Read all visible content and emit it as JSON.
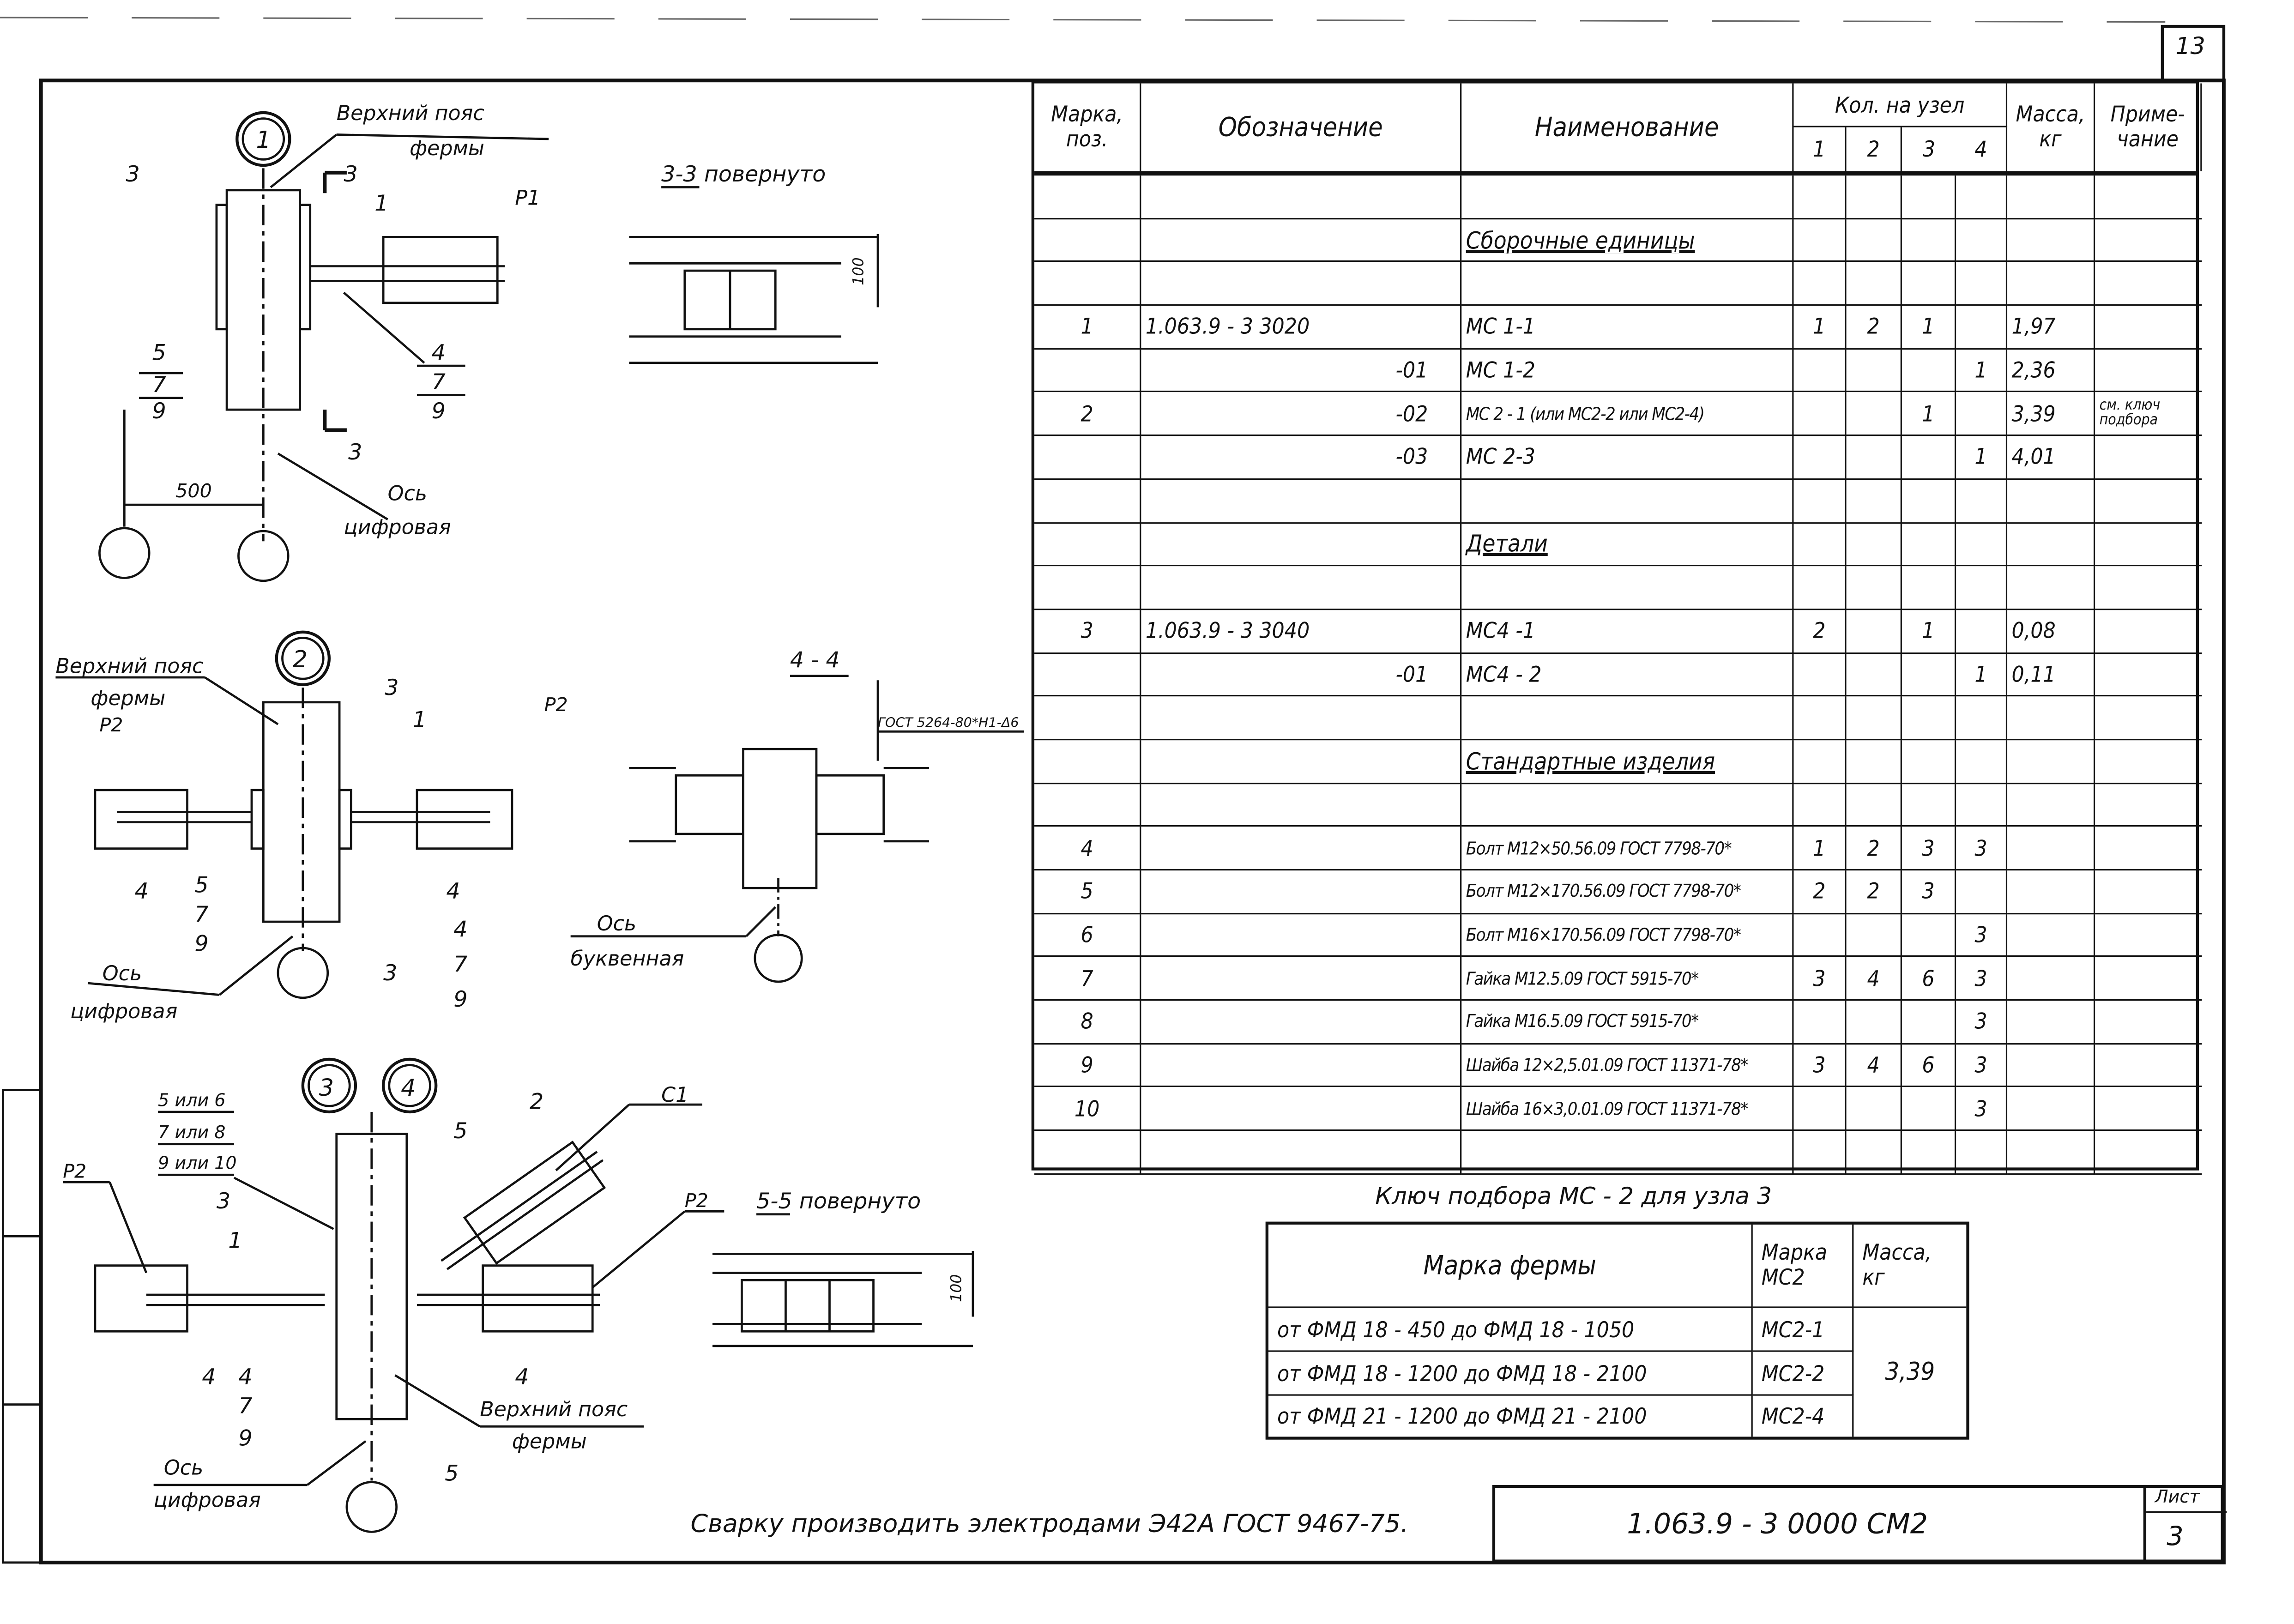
{
  "sheet_number_top": "13",
  "spec_table": {
    "headers": {
      "mark": "Марка, поз.",
      "designation": "Обозначение",
      "name": "Наименование",
      "qty_group": "Кол. на узел",
      "qty_cols": [
        "1",
        "2",
        "3",
        "4"
      ],
      "mass": "Масса, кг",
      "note": "Приме- чание"
    },
    "rows": [
      {
        "mark": "",
        "designation": "",
        "name": "",
        "q": [
          "",
          "",
          "",
          ""
        ],
        "mass": "",
        "note": ""
      },
      {
        "mark": "",
        "designation": "",
        "name": "Сборочные единицы",
        "section": true,
        "q": [
          "",
          "",
          "",
          ""
        ],
        "mass": "",
        "note": ""
      },
      {
        "mark": "",
        "designation": "",
        "name": "",
        "q": [
          "",
          "",
          "",
          ""
        ],
        "mass": "",
        "note": ""
      },
      {
        "mark": "1",
        "designation": "1.063.9 - 3 3020",
        "name": "МС 1-1",
        "q": [
          "1",
          "2",
          "1",
          ""
        ],
        "mass": "1,97",
        "note": ""
      },
      {
        "mark": "",
        "designation": "-01",
        "name": "МС 1-2",
        "q": [
          "",
          "",
          "",
          "1"
        ],
        "mass": "2,36",
        "note": ""
      },
      {
        "mark": "2",
        "designation": "-02",
        "name": "МС 2 - 1 (или МС2-2 или МС2-4)",
        "q": [
          "",
          "",
          "1",
          ""
        ],
        "mass": "3,39",
        "note": "см. ключ подбора"
      },
      {
        "mark": "",
        "designation": "-03",
        "name": "МС 2-3",
        "q": [
          "",
          "",
          "",
          "1"
        ],
        "mass": "4,01",
        "note": ""
      },
      {
        "mark": "",
        "designation": "",
        "name": "",
        "q": [
          "",
          "",
          "",
          ""
        ],
        "mass": "",
        "note": ""
      },
      {
        "mark": "",
        "designation": "",
        "name": "Детали",
        "section": true,
        "q": [
          "",
          "",
          "",
          ""
        ],
        "mass": "",
        "note": ""
      },
      {
        "mark": "",
        "designation": "",
        "name": "",
        "q": [
          "",
          "",
          "",
          ""
        ],
        "mass": "",
        "note": ""
      },
      {
        "mark": "3",
        "designation": "1.063.9 - 3   3040",
        "name": "МС4 -1",
        "q": [
          "2",
          "",
          "1",
          ""
        ],
        "mass": "0,08",
        "note": ""
      },
      {
        "mark": "",
        "designation": "-01",
        "name": "МС4 - 2",
        "q": [
          "",
          "",
          "",
          "1"
        ],
        "mass": "0,11",
        "note": ""
      },
      {
        "mark": "",
        "designation": "",
        "name": "",
        "q": [
          "",
          "",
          "",
          ""
        ],
        "mass": "",
        "note": ""
      },
      {
        "mark": "",
        "designation": "",
        "name": "Стандартные изделия",
        "section": true,
        "q": [
          "",
          "",
          "",
          ""
        ],
        "mass": "",
        "note": ""
      },
      {
        "mark": "",
        "designation": "",
        "name": "",
        "q": [
          "",
          "",
          "",
          ""
        ],
        "mass": "",
        "note": ""
      },
      {
        "mark": "4",
        "designation": "",
        "name": "Болт М12×50.56.09 ГОСТ 7798-70*",
        "q": [
          "1",
          "2",
          "3",
          "3"
        ],
        "mass": "",
        "note": ""
      },
      {
        "mark": "5",
        "designation": "",
        "name": "Болт М12×170.56.09 ГОСТ 7798-70*",
        "q": [
          "2",
          "2",
          "3",
          ""
        ],
        "mass": "",
        "note": ""
      },
      {
        "mark": "6",
        "designation": "",
        "name": "Болт М16×170.56.09 ГОСТ 7798-70*",
        "q": [
          "",
          "",
          "",
          "3"
        ],
        "mass": "",
        "note": ""
      },
      {
        "mark": "7",
        "designation": "",
        "name": "Гайка М12.5.09 ГОСТ 5915-70*",
        "q": [
          "3",
          "4",
          "6",
          "3"
        ],
        "mass": "",
        "note": ""
      },
      {
        "mark": "8",
        "designation": "",
        "name": "Гайка М16.5.09 ГОСТ 5915-70*",
        "q": [
          "",
          "",
          "",
          "3"
        ],
        "mass": "",
        "note": ""
      },
      {
        "mark": "9",
        "designation": "",
        "name": "Шайба 12×2,5.01.09 ГОСТ 11371-78*",
        "q": [
          "3",
          "4",
          "6",
          "3"
        ],
        "mass": "",
        "note": ""
      },
      {
        "mark": "10",
        "designation": "",
        "name": "Шайба 16×3,0.01.09 ГОСТ 11371-78*",
        "q": [
          "",
          "",
          "",
          "3"
        ],
        "mass": "",
        "note": ""
      },
      {
        "mark": "",
        "designation": "",
        "name": "",
        "q": [
          "",
          "",
          "",
          ""
        ],
        "mass": "",
        "note": ""
      }
    ]
  },
  "key_table": {
    "title": "Ключ подбора МС - 2  для  узла 3",
    "headers": {
      "truss": "Марка фермы",
      "mark": "Марка МС2",
      "mass": "Масса, кг"
    },
    "rows": [
      {
        "truss": "от ФМД 18 - 450 до ФМД 18 - 1050",
        "mark": "МС2-1"
      },
      {
        "truss": "от ФМД 18 - 1200 до ФМД 18 - 2100",
        "mark": "МС2-2"
      },
      {
        "truss": "от ФМД 21 - 1200 до ФМД 21 - 2100",
        "mark": "МС2-4"
      }
    ],
    "mass": "3,39"
  },
  "note": "Сварку производить электродами Э42А ГОСТ 9467-75.",
  "title_block": {
    "code": "1.063.9 - 3  0000 СМ2",
    "sheet_label": "Лист",
    "sheet": "3"
  },
  "drawings": {
    "node1": {
      "id": "1",
      "upper_chord": "Верхний пояс",
      "truss": "фермы",
      "labels": [
        "3",
        "3",
        "1",
        "Р1",
        "5",
        "7",
        "9",
        "4",
        "7",
        "9",
        "3",
        "500"
      ],
      "axis": "Ось",
      "axis_type": "цифровая"
    },
    "sec33": {
      "title": "3-3  повернуто",
      "dim": "100"
    },
    "node2": {
      "id": "2",
      "upper_chord": "Верхний пояс",
      "truss": "фермы",
      "labels": [
        "Р2",
        "3",
        "1",
        "Р2",
        "4",
        "5",
        "7",
        "9",
        "4",
        "4",
        "7",
        "9",
        "3"
      ],
      "axis": "Ось",
      "axis_type": "цифровая"
    },
    "sec44": {
      "title": "4 - 4",
      "weld": "ГОСТ 5264-80*Н1-Δ6",
      "axis": "Ось",
      "axis_type": "буквенная"
    },
    "node34": {
      "id_a": "3",
      "id_b": "4",
      "labels": [
        "5 или 6",
        "7 или 8",
        "9 или 10",
        "Р2",
        "3",
        "1",
        "2",
        "С1",
        "5",
        "Р2",
        "4",
        "4",
        "7",
        "9",
        "4",
        "5"
      ],
      "upper_chord": "Верхний пояс",
      "truss": "фермы",
      "axis": "Ось",
      "axis_type": "цифровая"
    },
    "sec55": {
      "title": "5-5  повернуто",
      "dim": "100"
    }
  }
}
